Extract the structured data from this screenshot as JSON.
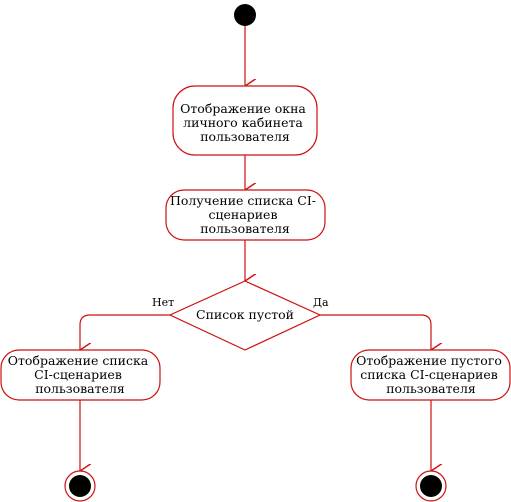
{
  "diagram": {
    "colors": {
      "stroke": "#cc1111",
      "fill": "#ffffff",
      "text": "#000000",
      "node_start": "#000000"
    },
    "nodes": {
      "show_cabinet": [
        "Отображение окна",
        "личного кабинета",
        "пользователя"
      ],
      "get_list": [
        "Получение списка CI-",
        "сценариев",
        "пользователя"
      ],
      "decision": [
        "Список пустой"
      ],
      "show_list": [
        "Отображение списка",
        "CI-сценариев",
        "пользователя"
      ],
      "show_empty": [
        "Отображение пустого",
        "списка CI-сценариев",
        "пользователя"
      ]
    },
    "edge_labels": {
      "no": "Нет",
      "yes": "Да"
    }
  }
}
